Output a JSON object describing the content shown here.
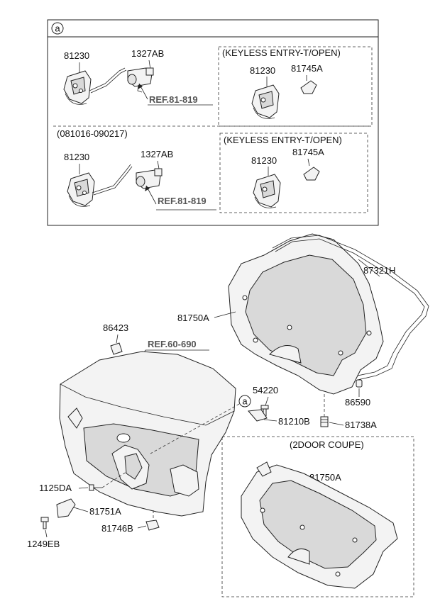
{
  "detail_marker": "a",
  "panel_top": {
    "latch_label": "81230",
    "actuator_label": "1327AB",
    "ref_label": "REF.81-819",
    "keyless_header": "(KEYLESS ENTRY-T/OPEN)",
    "keyless_latch_label": "81230",
    "keyless_button_label": "81745A"
  },
  "panel_bottom": {
    "date_range": "(081016-090217)",
    "latch_label": "81230",
    "actuator_label": "1327AB",
    "ref_label": "REF.81-819",
    "keyless_header": "(KEYLESS ENTRY-T/OPEN)",
    "keyless_latch_label": "81230",
    "keyless_button_label": "81745A"
  },
  "main": {
    "weatherstrip_label": "87321H",
    "trim_label": "81750A",
    "bumper_label": "86423",
    "ref_label": "REF.60-690",
    "bolt_label": "54220",
    "striker_label": "81210B",
    "stopper_label": "86590",
    "plug_label": "81738A",
    "detail_marker": "a",
    "screw_label": "1125DA",
    "bracket_label": "81751A",
    "clip_label": "81746B",
    "fastener_label": "1249EB"
  },
  "coupe": {
    "header": "(2DOOR COUPE)",
    "trim_label": "81750A"
  },
  "colors": {
    "line": "#222222",
    "ref_text": "#555555",
    "part_fill": "#f3f3f3"
  }
}
